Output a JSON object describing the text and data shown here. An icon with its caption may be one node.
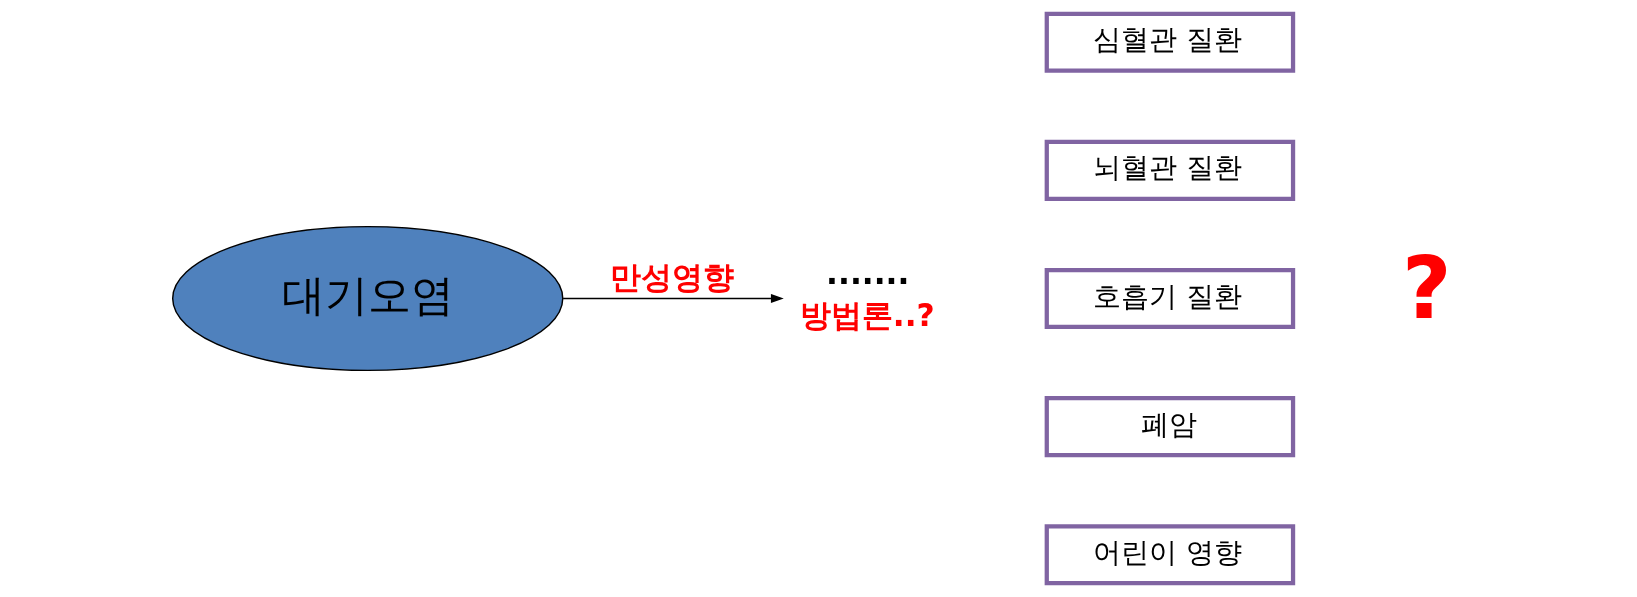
{
  "diagram": {
    "nodes": [
      {
        "text": [
          "대기오염"
        ]
      },
      {
        "text": [
          "......."
        ],
        "beside": [
          "방법론..?"
        ]
      },
      {
        "text": [
          "심혈관 질환"
        ]
      },
      {
        "text": [
          "뇌혈관 질환"
        ]
      },
      {
        "text": [
          "호흡기 질환"
        ]
      },
      {
        "text": [
          "폐암"
        ]
      },
      {
        "text": [
          "어린이 영향"
        ]
      }
    ],
    "edges": [
      {
        "from": 0,
        "to": 1,
        "arrow": "to",
        "label": "만성영향"
      }
    ],
    "labels": [
      "?"
    ]
  }
}
